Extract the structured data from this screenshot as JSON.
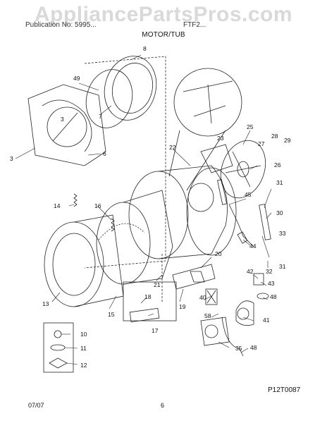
{
  "watermark": "AppliancePartsPros.com",
  "header": {
    "left": "Publication No: 5995...",
    "right": "FTF2...",
    "section_title": "MOTOR/TUB"
  },
  "figure_code": "P12T0087",
  "footer": {
    "date": "07/07",
    "page": "6"
  },
  "callouts": [
    "8",
    "49",
    "7",
    "3",
    "3",
    "6",
    "22",
    "25",
    "28",
    "27",
    "29",
    "23",
    "26",
    "31",
    "14",
    "16",
    "45",
    "30",
    "44",
    "33",
    "32",
    "31",
    "20",
    "42",
    "43",
    "48",
    "40",
    "58",
    "41",
    "13",
    "15",
    "21",
    "18",
    "19",
    "17",
    "10",
    "11",
    "12",
    "35",
    "48"
  ]
}
